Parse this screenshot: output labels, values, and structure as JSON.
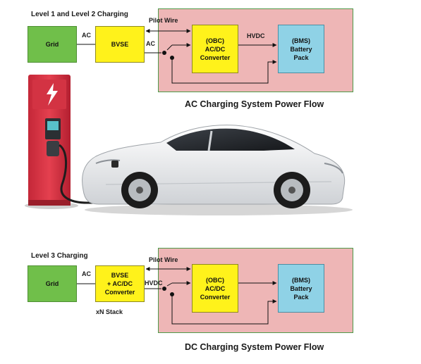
{
  "ac_section": {
    "heading": "Level 1 and Level 2 Charging",
    "grid": "Grid",
    "bvse": "BVSE",
    "label_ac_1": "AC",
    "label_ac_2": "AC",
    "pilot_wire": "Pilot Wire",
    "obc_lines": [
      "(OBC)",
      "AC/DC",
      "Converter"
    ],
    "hvdc": "HVDC",
    "bms_lines": [
      "(BMS)",
      "Battery",
      "Pack"
    ],
    "caption": "AC Charging System Power Flow"
  },
  "dc_section": {
    "heading": "Level 3 Charging",
    "grid": "Grid",
    "bvse_lines": [
      "BVSE",
      "+ AC/DC",
      "Converter"
    ],
    "stack_label": "xN Stack",
    "label_ac": "AC",
    "pilot_wire": "Pilot Wire",
    "hvdc": "HVDC",
    "obc_lines": [
      "(OBC)",
      "AC/DC",
      "Converter"
    ],
    "bms_lines": [
      "(BMS)",
      "Battery",
      "Pack"
    ],
    "caption": "DC Charging System Power Flow"
  },
  "colors": {
    "grid_green": "#70bf4a",
    "converter_yellow": "#fff21b",
    "battery_blue": "#8fd2e6",
    "vehicle_area_pink": "#eeb6b6",
    "vehicle_area_border": "#4f9a4a",
    "charger_red": "#e0394a",
    "car_white": "#f2f2f2"
  }
}
